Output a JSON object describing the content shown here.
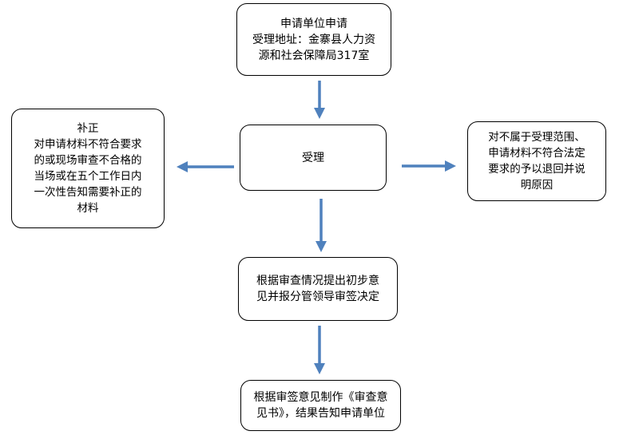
{
  "nodes": {
    "apply": "申请单位申请\n受理地址：金寨县人力资\n源和社会保障局317室",
    "accept": "受理",
    "supplement": "补正\n对申请材料不符合要求\n的或现场审查不合格的\n当场或在五个工作日内\n一次性告知需要补正的\n材料",
    "reject": "对不属于受理范围、\n申请材料不符合法定\n要求的予以退回并说\n明原因",
    "review": "根据审查情况提出初步意\n见并报分管领导审签决定",
    "result": "根据审签意见制作《审查意\n见书》，结果告知申请单位"
  },
  "colors": {
    "arrow": "#4f81bd",
    "border": "#000000"
  }
}
